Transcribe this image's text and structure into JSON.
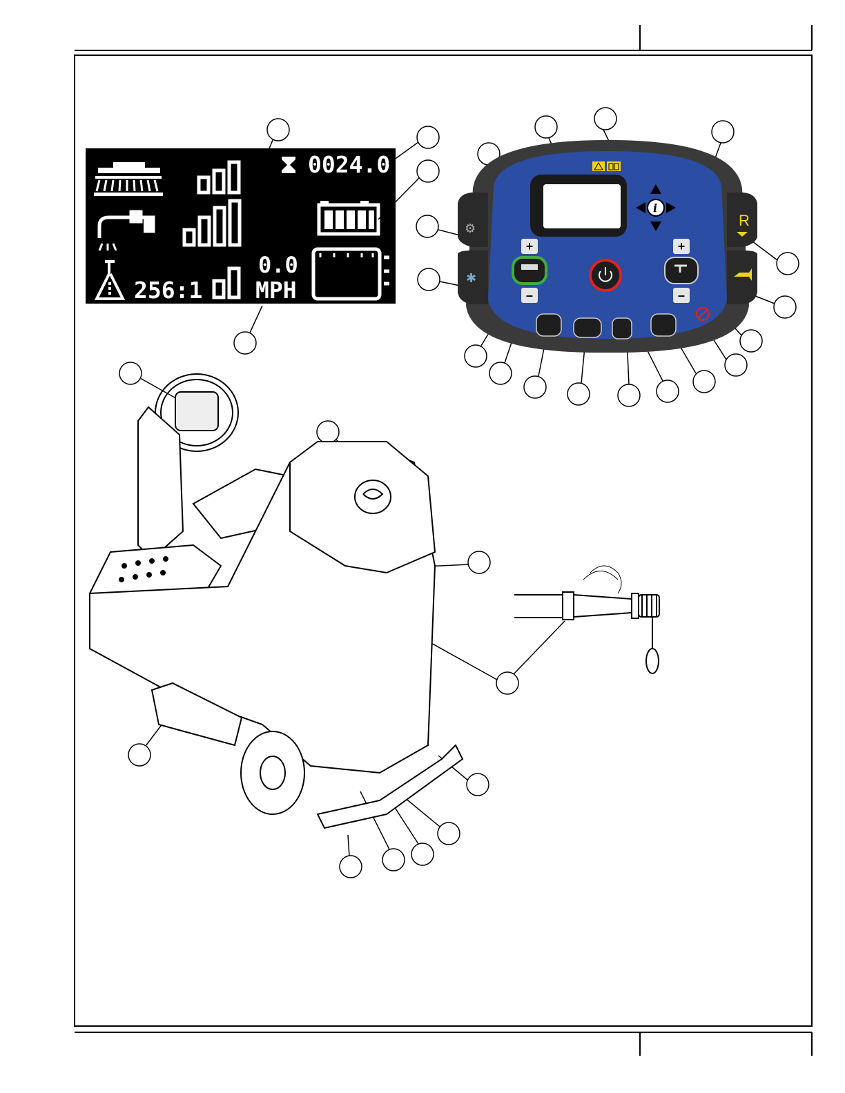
{
  "lcd": {
    "hours": "0024.0",
    "ratio": "256:1",
    "speed": "0.0",
    "speed_unit": "MPH"
  },
  "control_panel": {
    "plus": "+",
    "minus": "–",
    "right_top_key": "R"
  },
  "colors": {
    "panel_blue": "#2b4da3",
    "bezel": "#3a3a3a",
    "key_dark": "#2a2a2a",
    "accent_green": "#3fae3f",
    "accent_red": "#e02222",
    "accent_yellow": "#f2d21b"
  },
  "icons": [
    "hourglass-icon",
    "scrub-brush-icon",
    "faucet-icon",
    "chemical-flask-icon",
    "battery-icon",
    "recovery-tank-icon",
    "info-icon",
    "power-icon",
    "horn-icon",
    "warning-icon",
    "manual-icon"
  ]
}
